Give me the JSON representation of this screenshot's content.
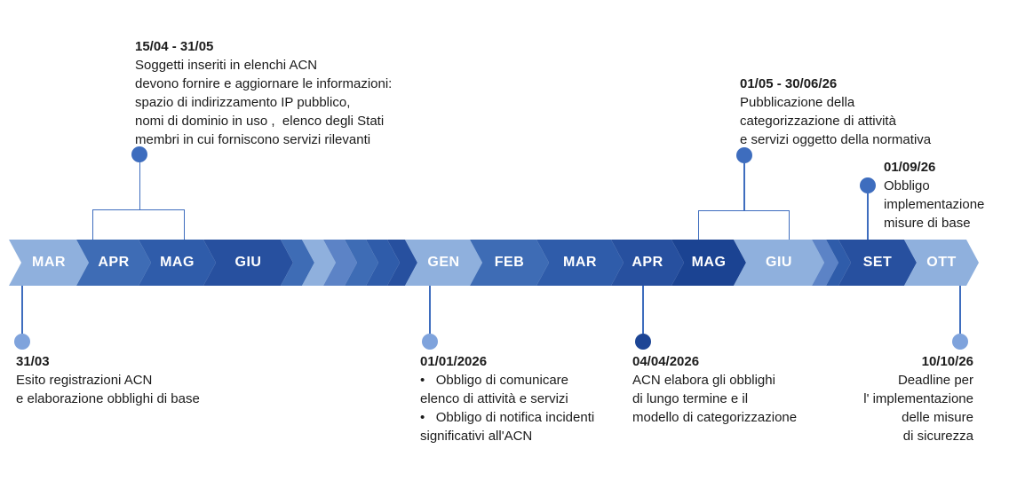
{
  "palette": {
    "background": "#FFFFFF",
    "shade1": "#8FB0DD",
    "shade2": "#5C83C6",
    "shade3": "#3E6CB5",
    "shade4": "#2F5CAA",
    "shade5": "#27509F",
    "shade6": "#1B4392",
    "dot_medium": "#3E6DBE",
    "dot_light": "#7FA3DC",
    "dot_dark": "#1D4595",
    "connector": "#3E6DBE",
    "text": "#1B1B1B",
    "month_text": "#FFFFFF"
  },
  "timeline": {
    "segments": [
      {
        "label": "MAR",
        "shade": "shade1",
        "width": 90
      },
      {
        "label": "APR",
        "shade": "shade3",
        "width": 84
      },
      {
        "label": "MAG",
        "shade": "shade4",
        "width": 87
      },
      {
        "label": "GIU",
        "shade": "shade5",
        "width": 101
      },
      {
        "label": "",
        "shade": "shade3",
        "width": 38
      },
      {
        "label": "",
        "shade": "shade1",
        "width": 38
      },
      {
        "label": "",
        "shade": "shade2",
        "width": 38
      },
      {
        "label": "",
        "shade": "shade3",
        "width": 38
      },
      {
        "label": "",
        "shade": "shade4",
        "width": 38
      },
      {
        "label": "",
        "shade": "shade5",
        "width": 34
      },
      {
        "label": "GEN",
        "shade": "shade1",
        "width": 87
      },
      {
        "label": "FEB",
        "shade": "shade3",
        "width": 89
      },
      {
        "label": "MAR",
        "shade": "shade4",
        "width": 98
      },
      {
        "label": "APR",
        "shade": "shade5",
        "width": 82
      },
      {
        "label": "MAG",
        "shade": "shade6",
        "width": 84
      },
      {
        "label": "GIU",
        "shade": "shade1",
        "width": 102
      },
      {
        "label": "",
        "shade": "shade2",
        "width": 30
      },
      {
        "label": "",
        "shade": "shade4",
        "width": 28
      },
      {
        "label": "SET",
        "shade": "shade5",
        "width": 88
      },
      {
        "label": "OTT",
        "shade": "shade1",
        "width": 84
      }
    ]
  },
  "events": {
    "e1504": {
      "date": "15/04 - 31/05",
      "lines": [
        "Soggetti inseriti in elenchi ACN",
        "devono fornire e aggiornare le informazioni:",
        "spazio di indirizzamento IP pubblico,",
        "nomi di dominio in uso ,  elenco degli Stati",
        "membri in cui forniscono servizi rilevanti"
      ]
    },
    "e0105": {
      "date": "01/05 - 30/06/26",
      "lines": [
        "Pubblicazione della",
        "categorizzazione di attività",
        "e servizi oggetto della normativa"
      ]
    },
    "e0109": {
      "date": "01/09/26",
      "lines": [
        "Obbligo",
        "implementazione",
        "misure di base"
      ]
    },
    "e3103": {
      "date": "31/03",
      "lines": [
        "Esito registrazioni ACN",
        "e elaborazione obblighi di base"
      ]
    },
    "e0101": {
      "date": "01/01/2026",
      "lines": [
        "•   Obbligo di comunicare",
        "elenco di attività e servizi",
        "•   Obbligo di notifica incidenti",
        "significativi all'ACN"
      ]
    },
    "e0404": {
      "date": "04/04/2026",
      "lines": [
        "ACN elabora gli obblighi",
        "di lungo termine e il",
        "modello di categorizzazione"
      ]
    },
    "e1010": {
      "date": "10/10/26",
      "lines": [
        "Deadline per",
        "l' implementazione",
        "delle misure",
        "di sicurezza"
      ]
    }
  }
}
